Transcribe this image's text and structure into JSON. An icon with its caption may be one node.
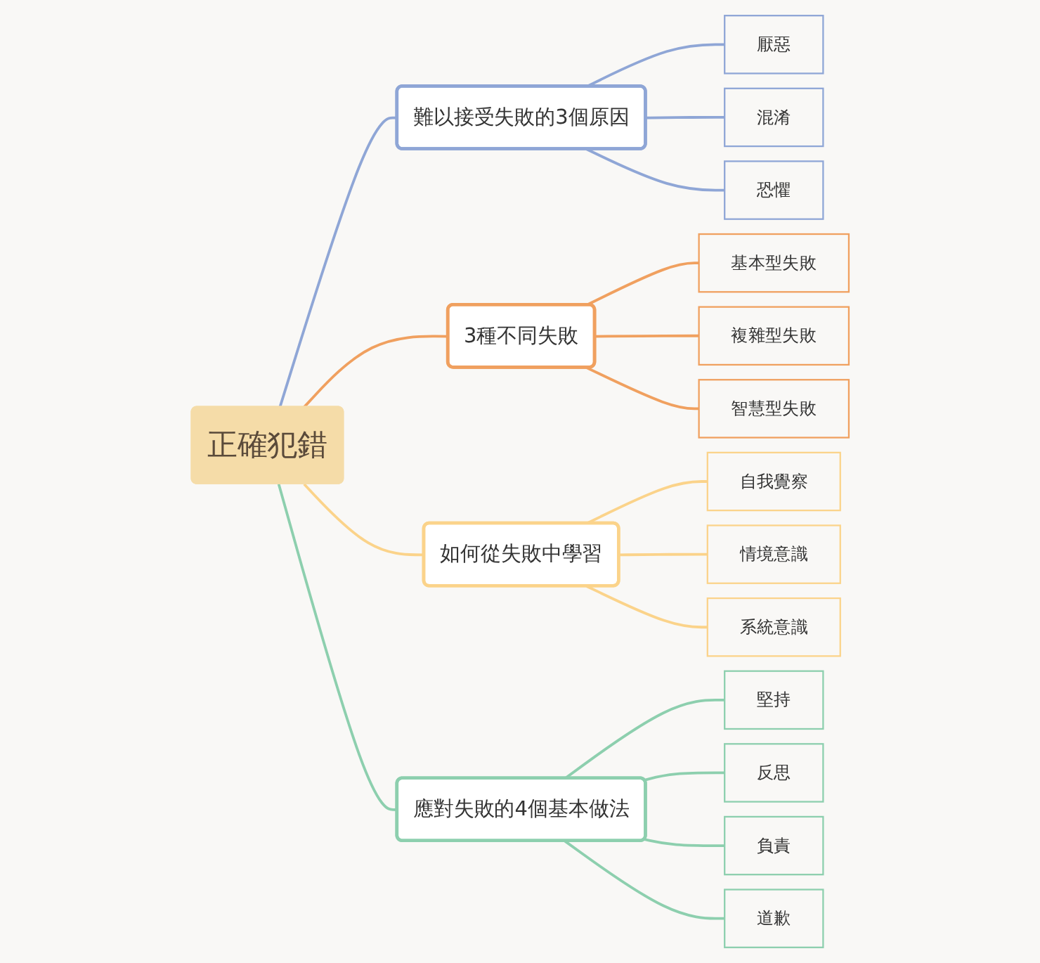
{
  "diagram": {
    "nodes": [
      {
        "text": [
          "正確犯錯"
        ]
      },
      {
        "text": [
          "難以接受失敗的3個原因"
        ]
      },
      {
        "text": [
          "厭惡"
        ]
      },
      {
        "text": [
          "混淆"
        ]
      },
      {
        "text": [
          "恐懼"
        ]
      },
      {
        "text": [
          "3種不同失敗"
        ]
      },
      {
        "text": [
          "基本型失敗"
        ]
      },
      {
        "text": [
          "複雜型失敗"
        ]
      },
      {
        "text": [
          "智慧型失敗"
        ]
      },
      {
        "text": [
          "如何從失敗中學習"
        ]
      },
      {
        "text": [
          "自我覺察"
        ]
      },
      {
        "text": [
          "情境意識"
        ]
      },
      {
        "text": [
          "系統意識"
        ]
      },
      {
        "text": [
          "應對失敗的4個基本做法"
        ]
      },
      {
        "text": [
          "堅持"
        ]
      },
      {
        "text": [
          "反思"
        ]
      },
      {
        "text": [
          "負責"
        ]
      },
      {
        "text": [
          "道歉"
        ]
      }
    ],
    "edges": [
      {
        "from": 0,
        "to": 1,
        "arrow": "none",
        "color": "#8fa6d6"
      },
      {
        "from": 1,
        "to": 2,
        "arrow": "none",
        "color": "#8fa6d6"
      },
      {
        "from": 1,
        "to": 3,
        "arrow": "none",
        "color": "#8fa6d6"
      },
      {
        "from": 1,
        "to": 4,
        "arrow": "none",
        "color": "#8fa6d6"
      },
      {
        "from": 0,
        "to": 5,
        "arrow": "none",
        "color": "#f0a05f"
      },
      {
        "from": 5,
        "to": 6,
        "arrow": "none",
        "color": "#f0a05f"
      },
      {
        "from": 5,
        "to": 7,
        "arrow": "none",
        "color": "#f0a05f"
      },
      {
        "from": 5,
        "to": 8,
        "arrow": "none",
        "color": "#f0a05f"
      },
      {
        "from": 0,
        "to": 9,
        "arrow": "none",
        "color": "#fbd38a"
      },
      {
        "from": 9,
        "to": 10,
        "arrow": "none",
        "color": "#fbd38a"
      },
      {
        "from": 9,
        "to": 11,
        "arrow": "none",
        "color": "#fbd38a"
      },
      {
        "from": 9,
        "to": 12,
        "arrow": "none",
        "color": "#fbd38a"
      },
      {
        "from": 0,
        "to": 13,
        "arrow": "none",
        "color": "#8dcfae"
      },
      {
        "from": 13,
        "to": 14,
        "arrow": "none",
        "color": "#8dcfae"
      },
      {
        "from": 13,
        "to": 15,
        "arrow": "none",
        "color": "#8dcfae"
      },
      {
        "from": 13,
        "to": 16,
        "arrow": "none",
        "color": "#8dcfae"
      },
      {
        "from": 13,
        "to": 17,
        "arrow": "none",
        "color": "#8dcfae"
      }
    ]
  }
}
